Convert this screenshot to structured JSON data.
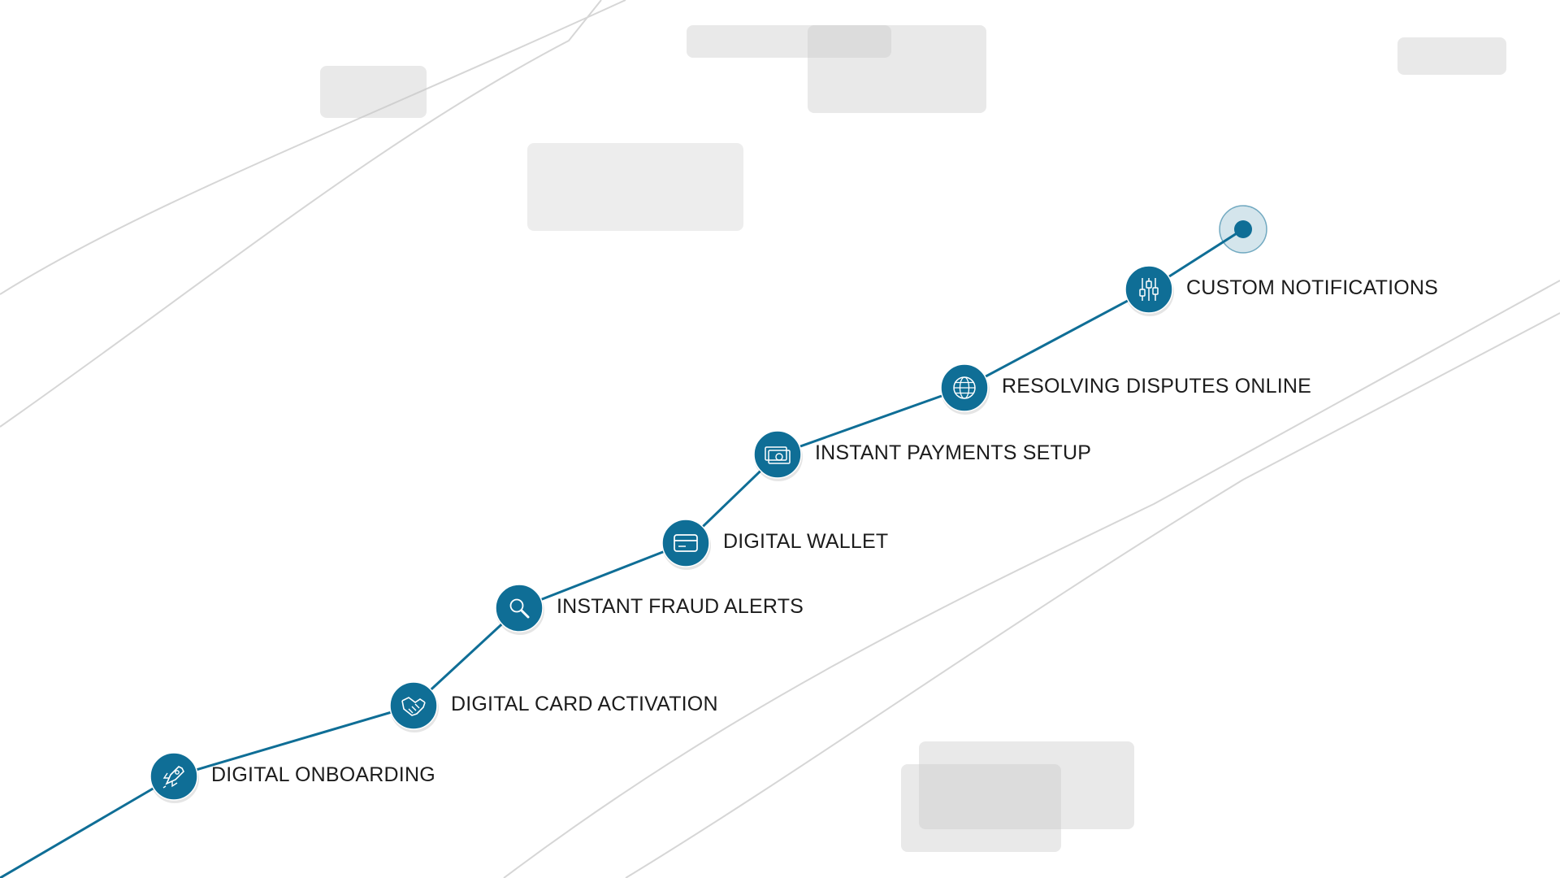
{
  "colors": {
    "accent": "#0f6e96",
    "path_line": "#0f6e96",
    "background_lines": "#d6d6d6",
    "ghost_boxes": "#cfcfcf",
    "label_text": "#1c1c1c"
  },
  "steps": [
    {
      "label": "DIGITAL ONBOARDING",
      "icon": "rocket-icon"
    },
    {
      "label": "DIGITAL CARD ACTIVATION",
      "icon": "handshake-icon"
    },
    {
      "label": "INSTANT FRAUD ALERTS",
      "icon": "magnifier-icon"
    },
    {
      "label": "DIGITAL WALLET",
      "icon": "credit-card-icon"
    },
    {
      "label": "INSTANT PAYMENTS SETUP",
      "icon": "banknotes-icon"
    },
    {
      "label": "RESOLVING DISPUTES ONLINE",
      "icon": "globe-icon"
    },
    {
      "label": "CUSTOM NOTIFICATIONS",
      "icon": "sliders-icon"
    }
  ],
  "endpoint": {
    "icon": "target-dot-icon"
  }
}
